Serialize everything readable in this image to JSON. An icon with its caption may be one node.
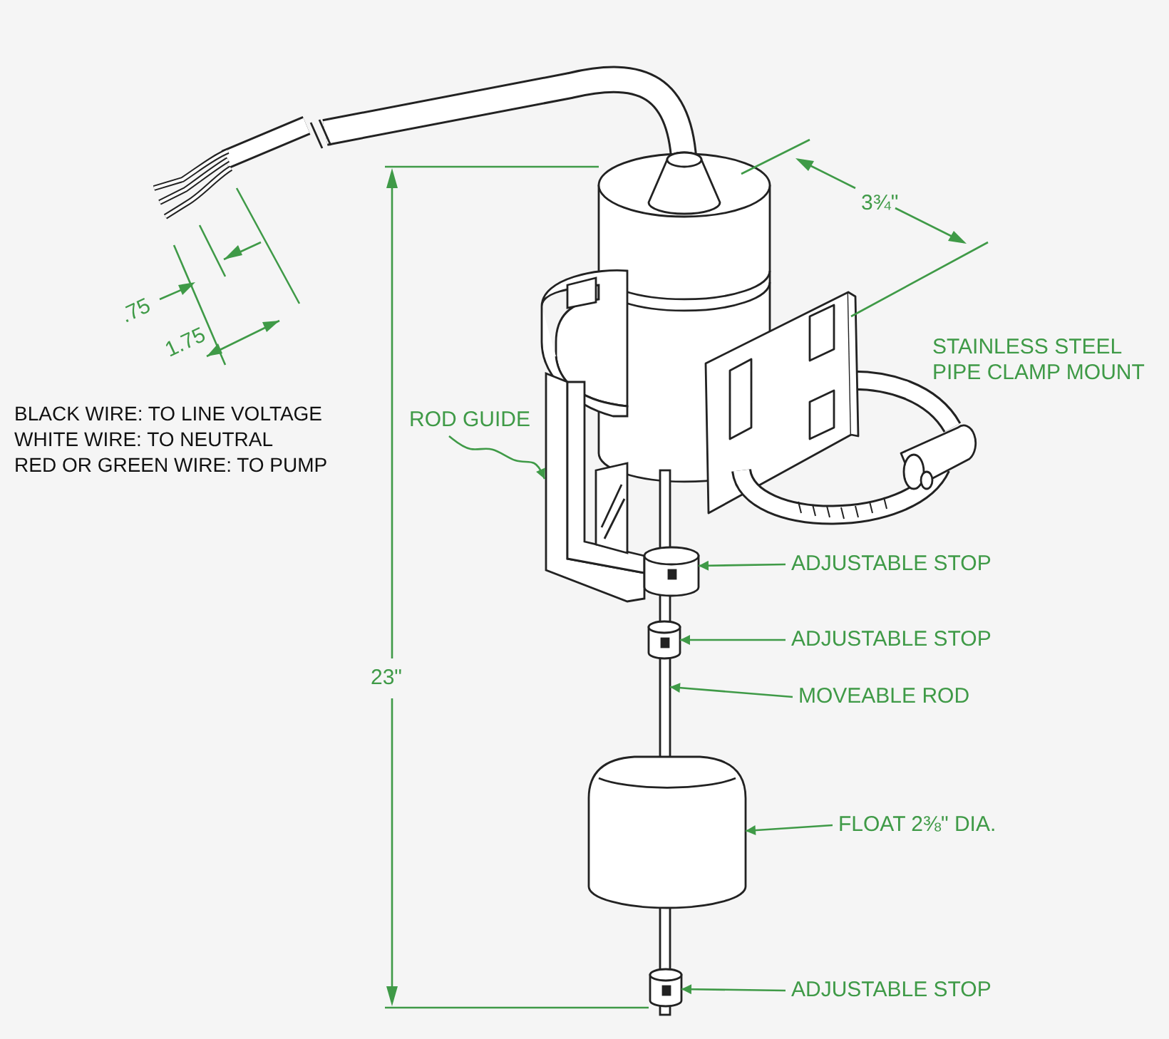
{
  "diagram": {
    "nodes": [
      {
        "text": [
          "ROD GUIDE"
        ]
      },
      {
        "text": [],
        "shape": "picture"
      },
      {
        "text": [
          "ADJUSTABLE STOP"
        ]
      },
      {
        "text": [],
        "shape": "picture"
      },
      {
        "text": [
          "ADJUSTABLE STOP"
        ]
      },
      {
        "text": [],
        "shape": "picture"
      },
      {
        "text": [
          "MOVEABLE ROD"
        ]
      },
      {
        "text": [],
        "shape": "picture"
      },
      {
        "text": [
          "FLOAT 2⅜\" DIA."
        ]
      },
      {
        "text": [],
        "shape": "picture"
      },
      {
        "text": [
          "ADJUSTABLE STOP"
        ]
      },
      {
        "text": [],
        "shape": "picture"
      }
    ],
    "edges": [
      {
        "from": 0,
        "to": 1,
        "arrow": "to"
      },
      {
        "from": 2,
        "to": 3,
        "arrow": "to"
      },
      {
        "from": 4,
        "to": 5,
        "arrow": "to"
      },
      {
        "from": 6,
        "to": 7,
        "arrow": "to"
      },
      {
        "from": 8,
        "to": 9,
        "arrow": "to"
      },
      {
        "from": 10,
        "to": 11,
        "arrow": "to"
      }
    ],
    "labels": [
      "3¾\"",
      ".75",
      "1.75",
      "STAINLESS STEEL PIPE CLAMP MOUNT",
      "BLACK WIRE: TO LINE VOLTAGE",
      "WHITE WIRE: TO NEUTRAL",
      "RED OR GREEN WIRE: TO PUMP",
      "23\""
    ]
  }
}
